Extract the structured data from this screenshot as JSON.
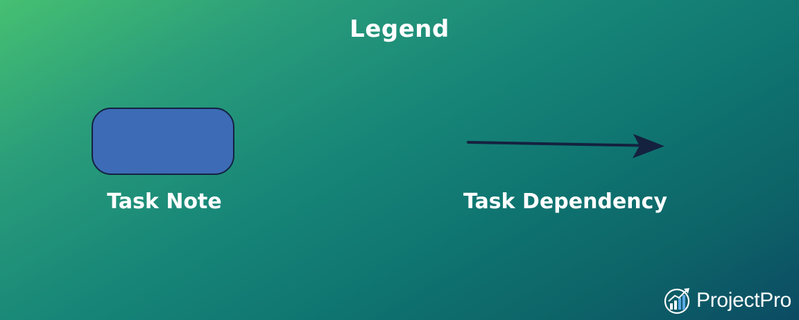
{
  "title": "Legend",
  "legend": {
    "items": [
      {
        "label": "Task Note",
        "symbol": "rounded-rectangle",
        "fill": "#3d6bb6",
        "stroke": "#14213f"
      },
      {
        "label": "Task Dependency",
        "symbol": "arrow",
        "stroke": "#14213f"
      }
    ]
  },
  "logo": {
    "text": "ProjectPro",
    "icon": "growth-chart-icon"
  },
  "colors": {
    "gradient_start": "#46c072",
    "gradient_end": "#0c4b63",
    "text": "#ffffff"
  }
}
